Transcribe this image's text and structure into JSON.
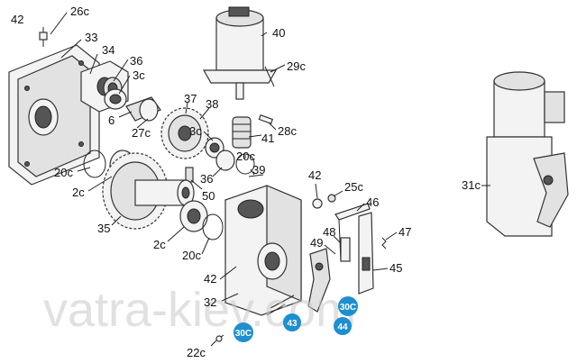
{
  "labels": {
    "p42_top": "42",
    "p26c": "26c",
    "p33": "33",
    "p34": "34",
    "p36_top": "36",
    "p3c_a": "3c",
    "p6": "6",
    "p27c": "27c",
    "p40": "40",
    "p29c": "29c",
    "p37": "37",
    "p38": "38",
    "p3c_b": "3c",
    "p41": "41",
    "p28c": "28c",
    "p20c_a": "20c",
    "p2c_a": "2c",
    "p36_mid": "36",
    "p20c_b": "20c",
    "p39": "39",
    "p50": "50",
    "p35": "35",
    "p2c_b": "2c",
    "p20c_c": "20c",
    "p42_mid": "42",
    "p25c": "25c",
    "p46": "46",
    "p48": "48",
    "p49": "49",
    "p47": "47",
    "p45": "45",
    "p42_low": "42",
    "p32": "32",
    "p22c": "22c",
    "p31c": "31c"
  },
  "badges": {
    "b30c_a": "30C",
    "b30c_b": "30C",
    "b43": "43",
    "b44": "44"
  },
  "colors": {
    "badge": "#1e8fcf",
    "watermark": "#c8c8c8"
  },
  "watermark": "vatra-kiev.com"
}
